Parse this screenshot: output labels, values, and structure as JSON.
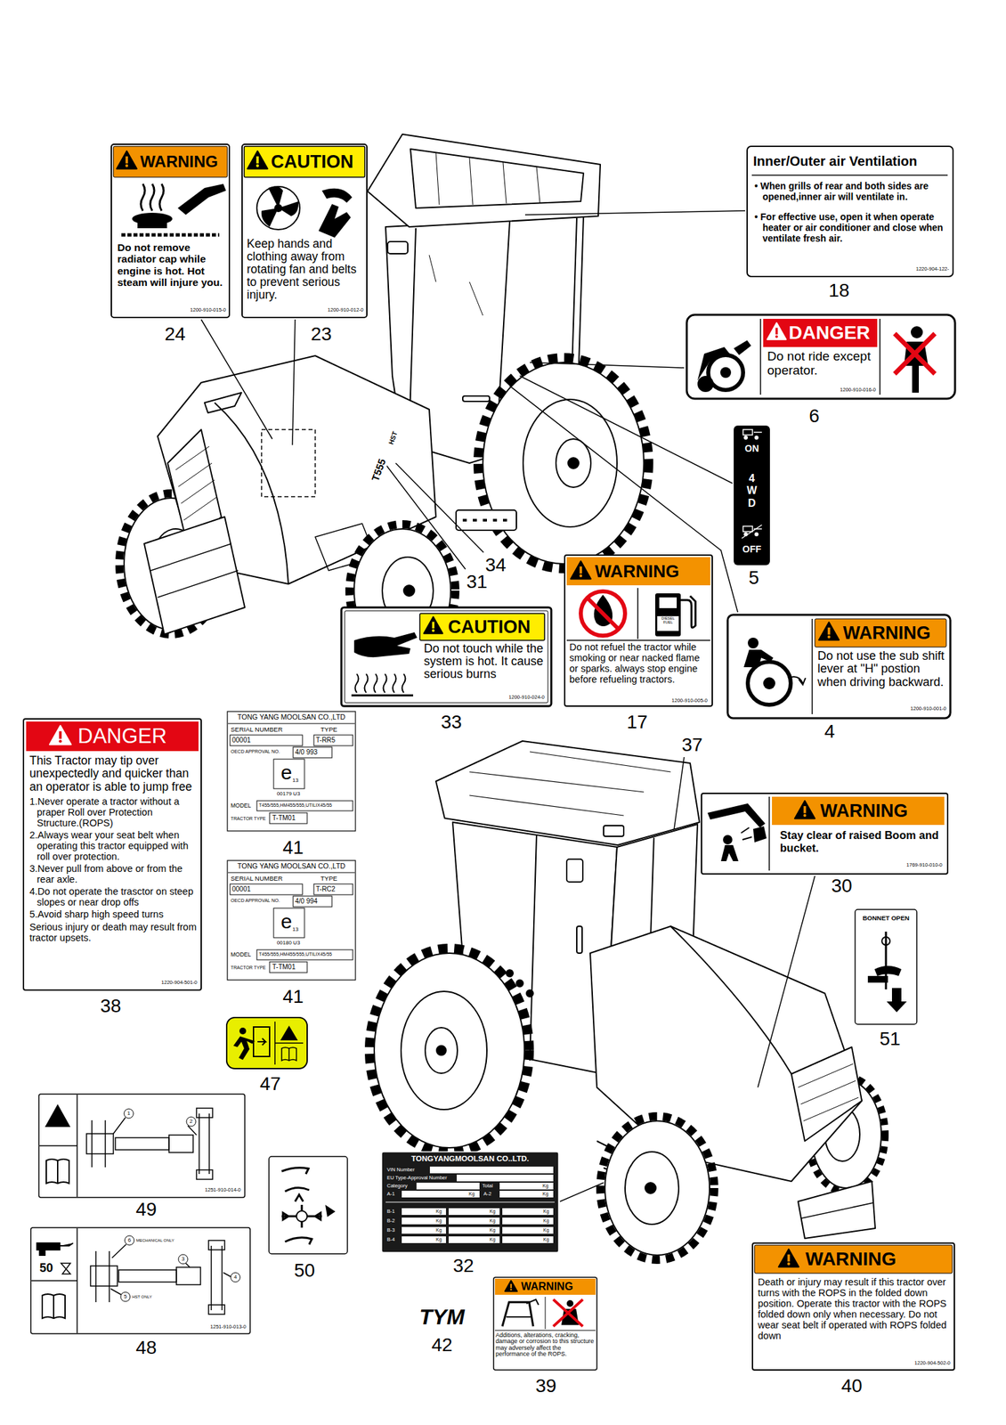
{
  "diagram": {
    "nodes": [
      {
        "text": [
          "WARNING",
          "Do not remove radiator cap while engine is hot. Hot steam will injure you.",
          "1200-910-015-0"
        ]
      },
      {
        "text": [
          "CAUTION",
          "Keep hands and clothing away from rotating fan and belts to prevent serious injury.",
          "1200-910-012-0"
        ]
      },
      {
        "text": [
          "Inner/Outer air Ventilation",
          "• When grills of rear and both sides are opened,inner air will ventilate in.",
          "• For effective use, open it when operate heater or air conditioner and close when ventilate fresh air.",
          "1220-904-122-"
        ]
      },
      {
        "text": [
          "DANGER",
          "Do not ride except operator.",
          "1200-910-016-0"
        ]
      },
      {
        "text": [
          "ON",
          "4WD",
          "OFF"
        ]
      },
      {
        "text": [
          "CAUTION",
          "Do not touch while the system is hot. It cause serious burns",
          "1200-910-024-0"
        ]
      },
      {
        "text": [
          "WARNING",
          "DIESEL FUEL",
          "Do not refuel the tractor while smoking or near nacked flame or sparks. always stop engine before refueling tractors.",
          "1200-910-005-0"
        ]
      },
      {
        "text": [
          "WARNING",
          "Do not use the sub shift lever at \"H\" postion when driving backward.",
          "1200-910-001-0"
        ]
      },
      {
        "text": [
          "DANGER",
          "This Tractor may tip over unexpectedly and quicker than an operator is able to jump free",
          "1.Never operate a tractor without a praper Roll over Protection Structure.(ROPS)",
          "2.Always wear your seat belt when operating this tractor equipped with roll over protection.",
          "3.Never pull from above or from the rear axle.",
          "4.Do not operate the trasctor on steep slopes or near drop offs",
          "5.Avoid sharp high speed turns",
          "Serious injury or death may result from tractor upsets.",
          "1220-904-501-0"
        ]
      },
      {
        "text": [
          "TONG YANG MOOLSAN CO.,LTD",
          "SERIAL NUMBER",
          "TYPE",
          "00001",
          "T-RR5",
          "OECD APPROVAL NO.",
          "4/0 993",
          "e",
          "13",
          "00179 U3",
          "MODEL",
          "T455/555,HM455/555,UTILIX45/55",
          "TRACTOR TYPE",
          "T-TM01"
        ]
      },
      {
        "text": [
          "WARNING",
          "Stay clear of raised Boom and bucket.",
          "1769-910-010-0"
        ]
      },
      {
        "text": [
          "TONG YANG MOOLSAN CO.,LTD",
          "SERIAL NUMBER",
          "TYPE",
          "00001",
          "T-RC2",
          "OECD APPROVAL NO.",
          "4/0 994",
          "e",
          "13",
          "00180 U3",
          "MODEL",
          "T455/555,HM455/555,UTILIX45/55",
          "TRACTOR TYPE",
          "T-TM01"
        ]
      },
      {
        "text": [
          "BONNET OPEN"
        ]
      },
      {
        "text": [
          "1",
          "2",
          "1251-910-014-0"
        ]
      },
      {
        "text": [
          "TONGYANGMOOLSAN CO..LTD.",
          "VIN Number",
          "EU Type-Approval Number",
          "Category",
          "Total",
          "Kg",
          "A-1",
          "Kg",
          "A-2",
          "Kg",
          "B-1",
          "Kg",
          "Kg",
          "Kg",
          "B-2",
          "Kg",
          "Kg",
          "Kg",
          "B-3",
          "Kg",
          "Kg",
          "Kg",
          "B-4",
          "Kg",
          "Kg",
          "Kg"
        ]
      },
      {
        "text": [
          "50",
          "6",
          "MECHANICAL ONLY",
          "3",
          "5",
          "HST ONLY",
          "4",
          "1251-910-013-0"
        ]
      },
      {
        "text": [
          "WARNING",
          "Additions, alterations, cracking, damage or corrosion to this structure may adversely affect the performance of the ROPS."
        ]
      },
      {
        "text": [
          "WARNING",
          "Death or injury may result if this tractor over turns with the ROPS in the folded down position. Operate this tractor with the ROPS folded down only when necessary. Do not wear seat belt if operated with ROPS folded down",
          "1220-904-502-0"
        ]
      }
    ],
    "labels": [
      "24",
      "23",
      "18",
      "6",
      "5",
      "34",
      "31",
      "33",
      "17",
      "4",
      "38",
      "41",
      "37",
      "30",
      "41",
      "47",
      "51",
      "49",
      "50",
      "32",
      "48",
      "42",
      "39",
      "40",
      "TYM",
      "T555",
      "HST"
    ]
  }
}
